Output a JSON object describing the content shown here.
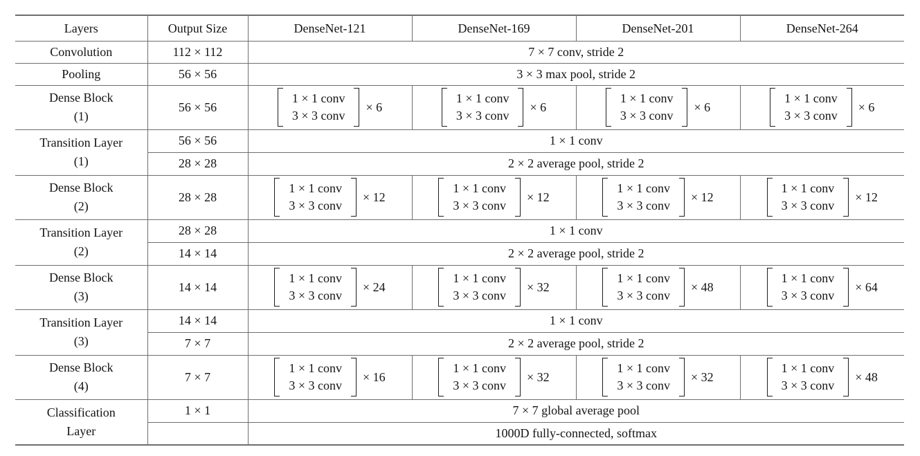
{
  "table": {
    "headers": [
      "Layers",
      "Output Size",
      "DenseNet-121",
      "DenseNet-169",
      "DenseNet-201",
      "DenseNet-264"
    ],
    "matrix": {
      "line1": "1 × 1 conv",
      "line2": "3 × 3 conv"
    },
    "convolution": {
      "label": "Convolution",
      "size": "112 × 112",
      "op": "7 × 7 conv, stride 2"
    },
    "pooling": {
      "label": "Pooling",
      "size": "56 × 56",
      "op": "3 × 3 max pool, stride 2"
    },
    "dense1": {
      "label": "Dense Block",
      "sub": "(1)",
      "size": "56 × 56",
      "reps": [
        "× 6",
        "× 6",
        "× 6",
        "× 6"
      ]
    },
    "trans1": {
      "label": "Transition Layer",
      "sub": "(1)",
      "size_a": "56 × 56",
      "op_a": "1 × 1 conv",
      "size_b": "28 × 28",
      "op_b": "2 × 2 average pool, stride 2"
    },
    "dense2": {
      "label": "Dense Block",
      "sub": "(2)",
      "size": "28 × 28",
      "reps": [
        "× 12",
        "× 12",
        "× 12",
        "× 12"
      ]
    },
    "trans2": {
      "label": "Transition Layer",
      "sub": "(2)",
      "size_a": "28 × 28",
      "op_a": "1 × 1 conv",
      "size_b": "14 × 14",
      "op_b": "2 × 2 average pool, stride 2"
    },
    "dense3": {
      "label": "Dense Block",
      "sub": "(3)",
      "size": "14 × 14",
      "reps": [
        "× 24",
        "× 32",
        "× 48",
        "× 64"
      ]
    },
    "trans3": {
      "label": "Transition Layer",
      "sub": "(3)",
      "size_a": "14 × 14",
      "op_a": "1 × 1 conv",
      "size_b": "7 × 7",
      "op_b": "2 × 2 average pool, stride 2"
    },
    "dense4": {
      "label": "Dense Block",
      "sub": "(4)",
      "size": "7 × 7",
      "reps": [
        "× 16",
        "× 32",
        "× 32",
        "× 48"
      ]
    },
    "classification": {
      "label": "Classification",
      "sub": "Layer",
      "size_a": "1 × 1",
      "op_a": "7 × 7 global average pool",
      "size_b": "",
      "op_b": "1000D fully-connected, softmax"
    }
  }
}
